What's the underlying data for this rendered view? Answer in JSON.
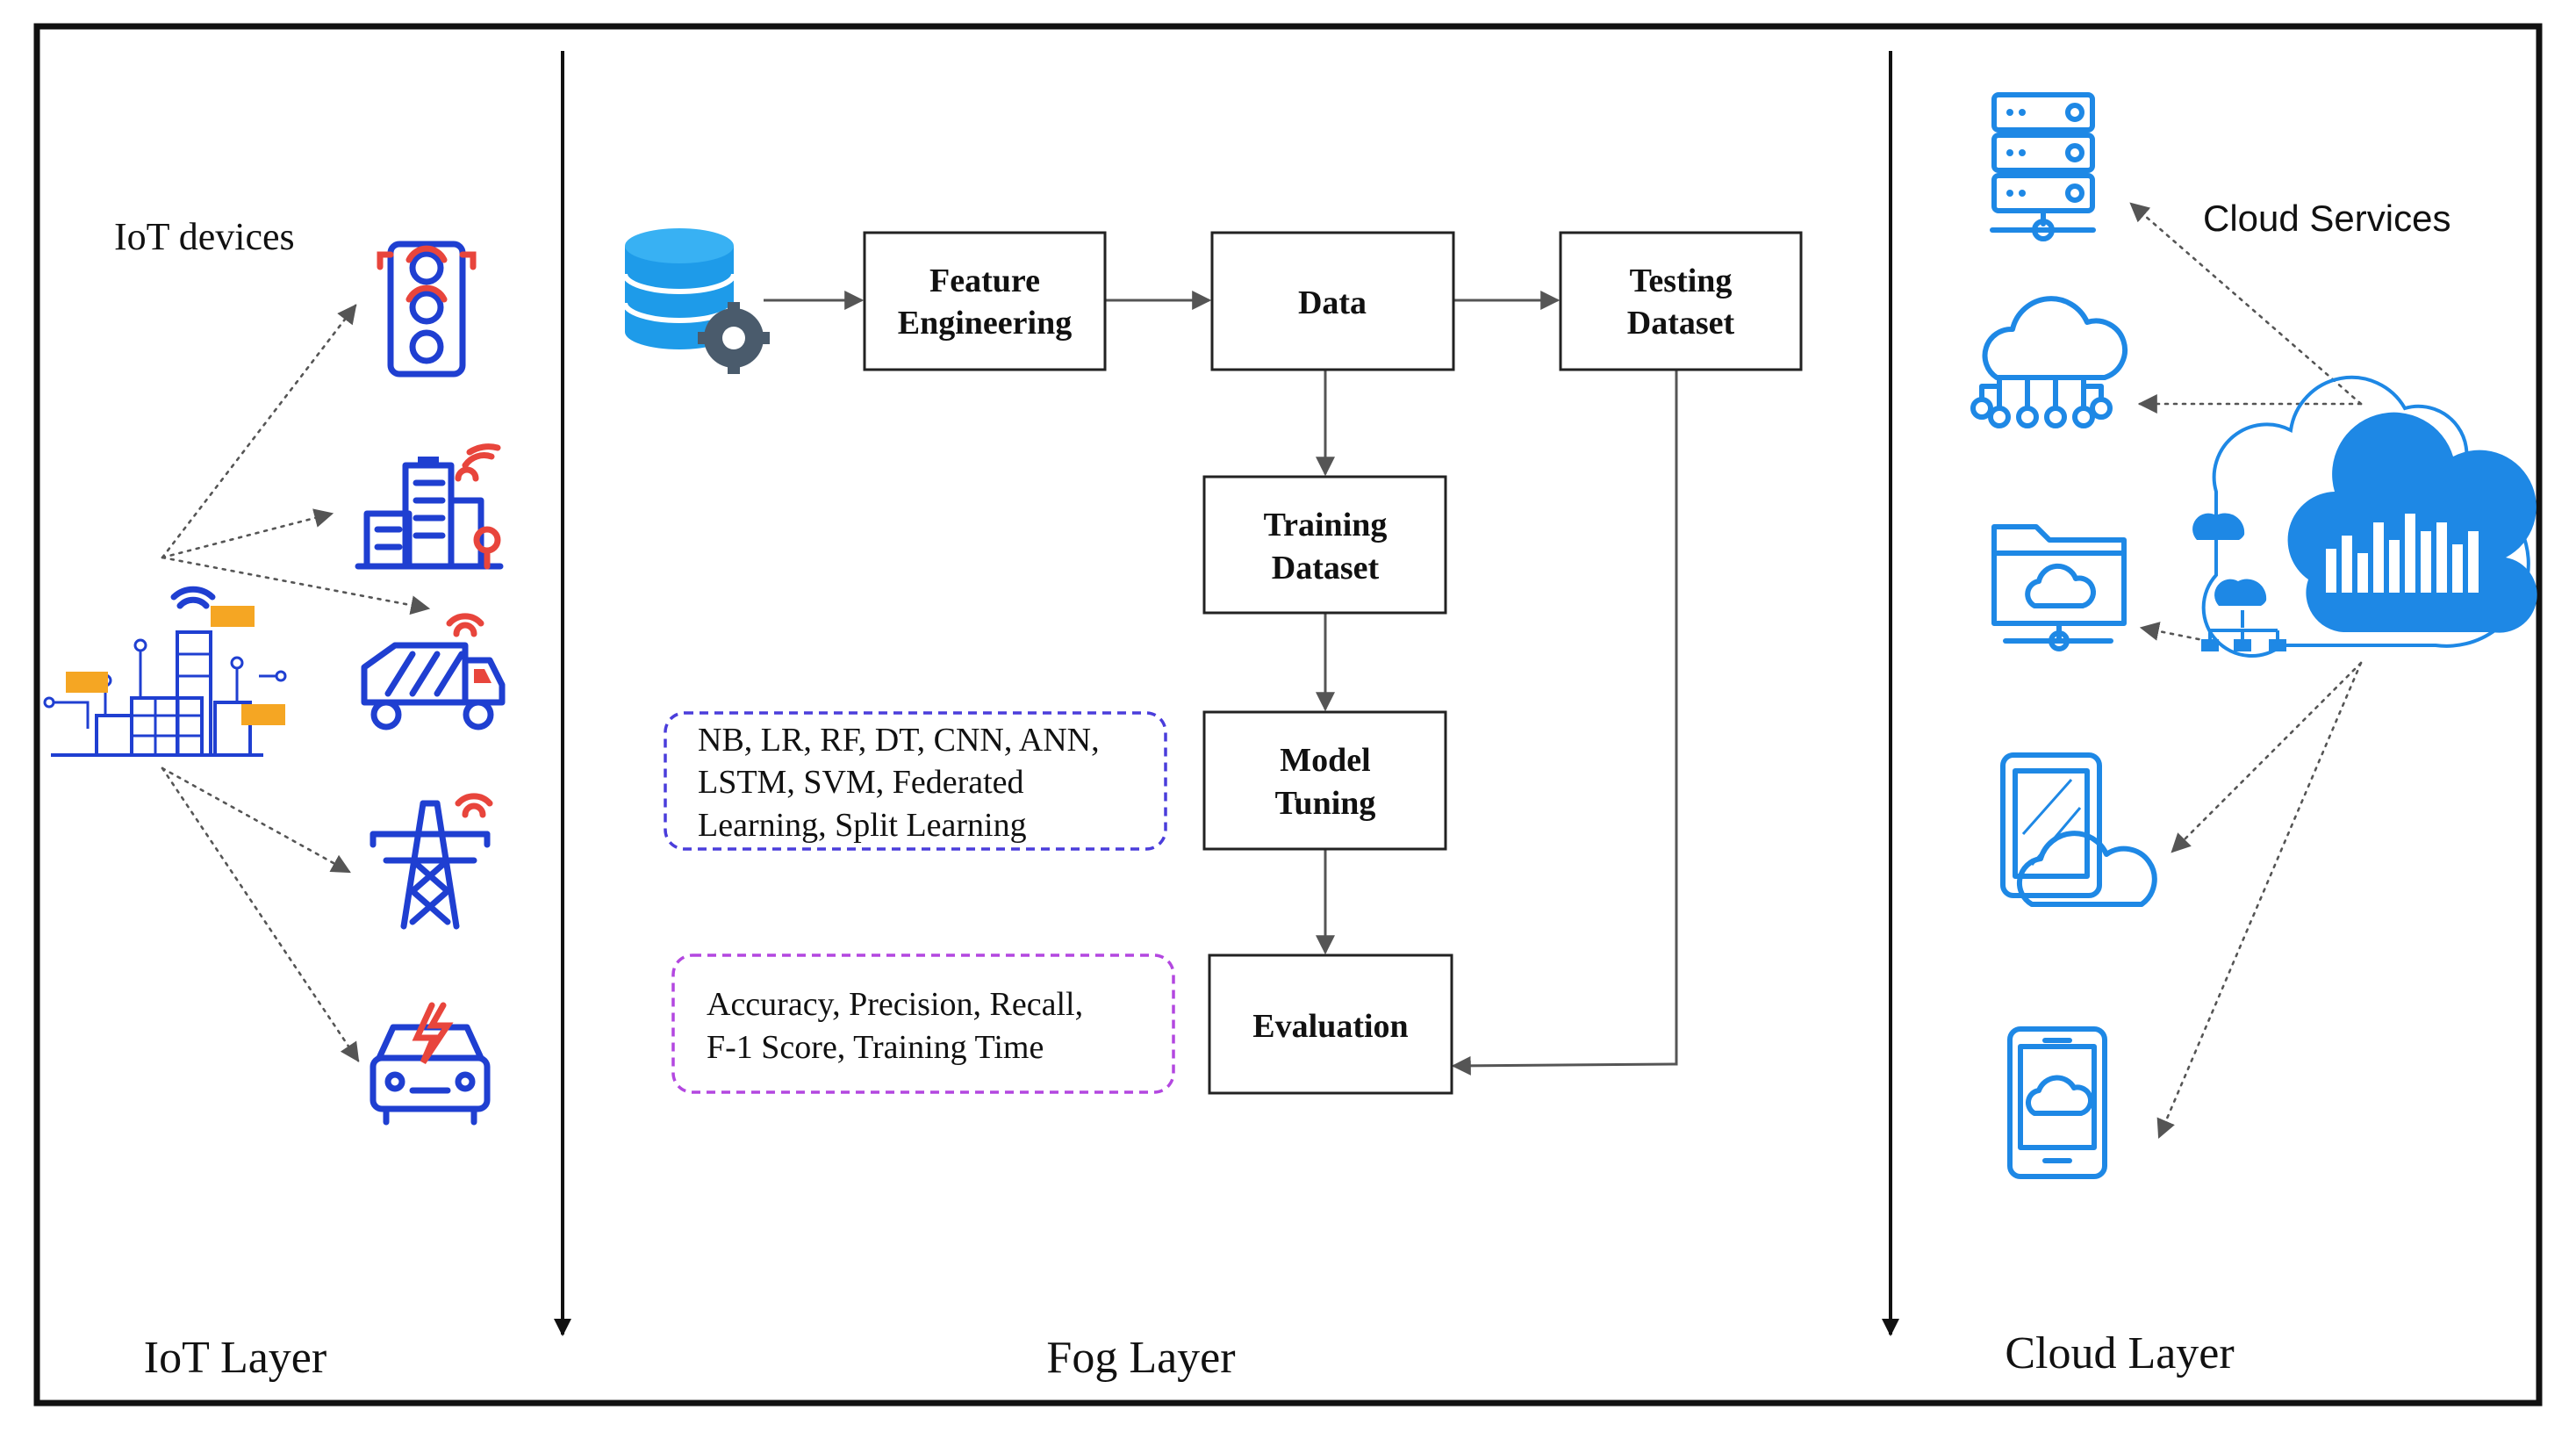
{
  "layers": {
    "iot": "IoT Layer",
    "fog": "Fog Layer",
    "cloud": "Cloud Layer"
  },
  "iot_section": {
    "title": "IoT devices",
    "devices": [
      "traffic-light-icon",
      "smart-building-icon",
      "truck-icon",
      "power-tower-icon",
      "electric-car-icon"
    ],
    "hub_icon": "smart-city-icon"
  },
  "cloud_section": {
    "title": "Cloud Services",
    "services": [
      "server-rack-icon",
      "cloud-network-icon",
      "cloud-folder-icon",
      "tablet-cloud-icon",
      "phone-cloud-icon"
    ],
    "hub_icon": "cloud-hub-icon"
  },
  "flow": {
    "database_icon": "database-gear-icon",
    "feature_engineering": [
      "Feature",
      "Engineering"
    ],
    "data": "Data",
    "testing_dataset": [
      "Testing",
      "Dataset"
    ],
    "training_dataset": [
      "Training",
      "Dataset"
    ],
    "model_tuning": [
      "Model",
      "Tuning"
    ],
    "evaluation": "Evaluation"
  },
  "notes": {
    "models": [
      "NB, LR, RF, DT, CNN, ANN,",
      "LSTM, SVM, Federated",
      "Learning, Split Learning"
    ],
    "metrics": [
      "Accuracy, Precision, Recall,",
      "F-1 Score, Training Time"
    ]
  },
  "colors": {
    "iot_icon": "#1f3fd1",
    "iot_accent": "#e8453c",
    "cloud_icon": "#1e88e5",
    "models_border": "#4a3ddb",
    "metrics_border": "#b347e0",
    "frame": "#111111"
  }
}
